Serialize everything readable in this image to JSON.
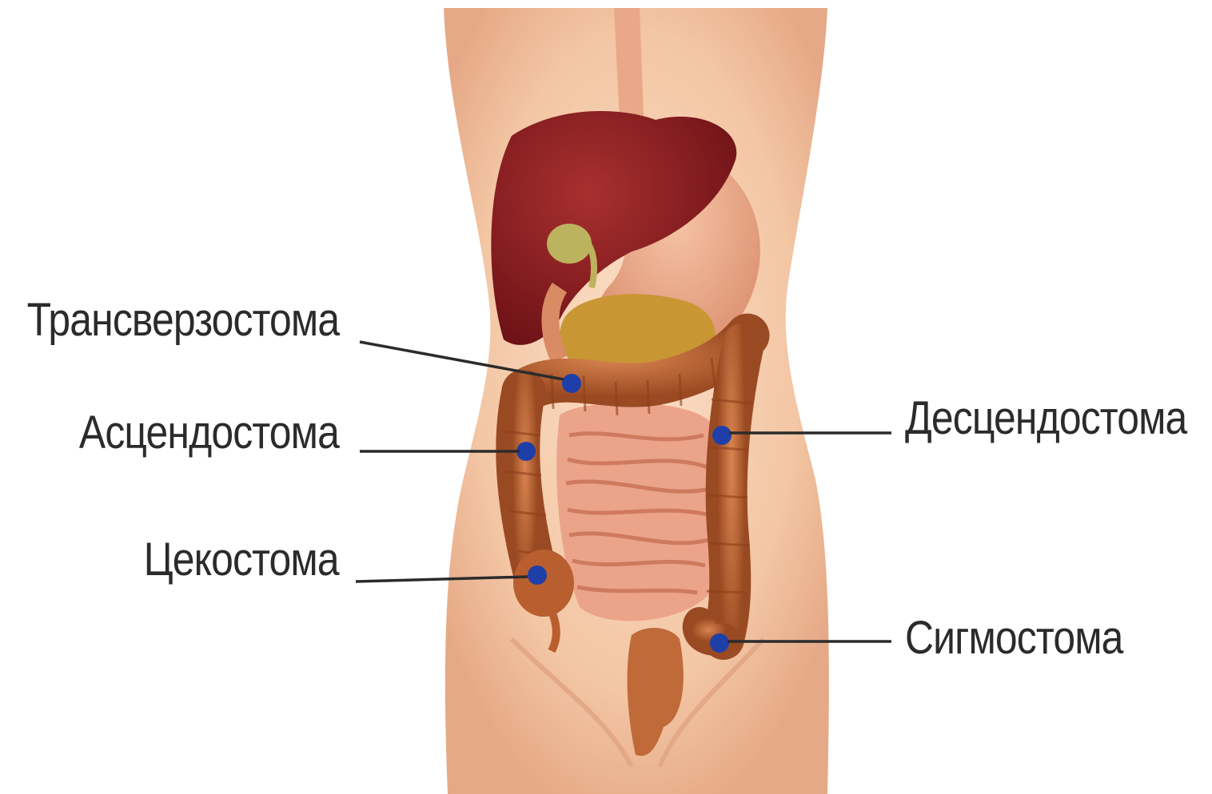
{
  "labels": {
    "transverse": "Трансверзостома",
    "ascending": "Асцендостома",
    "cecum": "Цекостома",
    "descending": "Десцендостома",
    "sigmoid": "Сигмостома"
  },
  "colors": {
    "skin": "#f3c9a8",
    "skin_shadow": "#e6a987",
    "liver": "#8e1e22",
    "stomach": "#e8a27e",
    "pancreas": "#c89a3a",
    "gallbladder": "#b8b060",
    "colon": "#c56a38",
    "small_intestine": "#e79a7e",
    "stoma_marker": "#1f3fa8",
    "leader_line": "#2b2b2b"
  },
  "icons": [
    "body-torso",
    "liver",
    "stomach",
    "colon",
    "small-intestine",
    "stoma-marker"
  ]
}
